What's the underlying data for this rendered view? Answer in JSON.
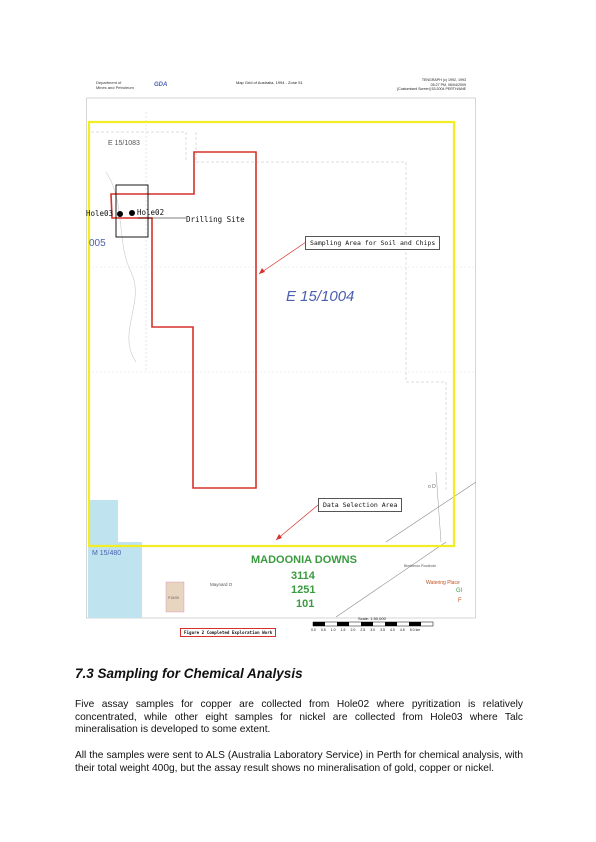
{
  "map": {
    "header": {
      "dept_line1": "Department of",
      "dept_line2": "Mines and Petroleum",
      "gda": "GDA",
      "title": "Map Grid of Australia, 1994 - Zone 51",
      "right_line1": "TENGRAPH (c) 1992, 1993",
      "right_line2": "05:27 PM, 06/04/2009",
      "right_line3": "[Customised Screen] 53:2004 PERTH/ANE"
    },
    "tenements": {
      "e15_1083": "E 15/1083",
      "e15_1004": "E 15/1004",
      "partial_005": "005",
      "m15": "M 15/480",
      "p_small": "P15/05"
    },
    "annotations": {
      "hole03": "Hole03",
      "hole02": "Hole02",
      "drilling_site": "Drilling Site",
      "sampling_area": "Sampling Area for Soil and Chips",
      "data_selection": "Data Selection Area"
    },
    "station": {
      "name": "MADOONIA DOWNS",
      "n1": "3114",
      "n2": "1251",
      "n3": "101"
    },
    "places": {
      "maynard": "Maynard O",
      "watering_place": "Watering Place",
      "gl": "Gl",
      "f": "F",
      "od": "o D",
      "bimbleroo": "Bimbleroo Rockhole"
    },
    "figure_caption": "Figure 2 Completed Exploration Work",
    "scale": {
      "label": "Scale: 1:50,000",
      "ticks": [
        "0.0",
        "0.5",
        "1.0",
        "1.5",
        "2.0",
        "2.5",
        "3.0",
        "3.5",
        "4.0",
        "4.5",
        "5.0 km"
      ]
    },
    "colors": {
      "yellow_boundary": "#f2ee22",
      "red_area": "#d6322b",
      "blue_text": "#4a5fb0",
      "green_text": "#3a9b3f",
      "light_blue_fill": "#bfe3ef"
    }
  },
  "section": {
    "heading": "7.3 Sampling for Chemical Analysis",
    "para1": "Five assay samples for copper are collected from Hole02 where pyritization is relatively concentrated, while other eight samples for nickel are collected from Hole03 where Talc mineralisation is developed to some extent.",
    "para2": "All the samples were sent to ALS (Australia Laboratory Service) in Perth for chemical analysis, with their total weight 400g, but the assay result shows no mineralisation of gold, copper or nickel."
  }
}
